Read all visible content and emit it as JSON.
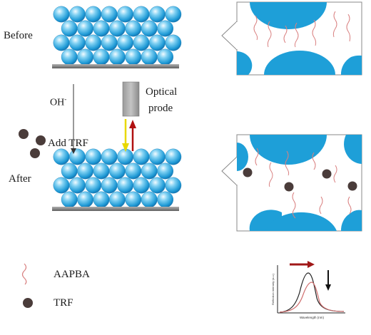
{
  "labels": {
    "before": "Before",
    "after": "After",
    "oh_base": "OH",
    "oh_sup": "-",
    "add": "Add TRF",
    "probe_line1": "Optical",
    "probe_line2": "prode"
  },
  "legend": [
    {
      "label": "AAPBA",
      "marker": "wavy-line"
    },
    {
      "label": "TRF",
      "marker": "dot"
    }
  ],
  "spectrum": {
    "xlabel": "Wavelength (nm)",
    "ylabel": "Reflection intensity (a.u.)"
  },
  "colors": {
    "sphere": "#2aa4dc",
    "sphere_highlight": "#dff3fb",
    "pore": "#1e9fd8",
    "chain": "#d98080",
    "trf": "#4a3c3a",
    "yellow_arrow": "#f0e020",
    "red_arrow": "#b01010",
    "probe": "#a0a0a0"
  }
}
